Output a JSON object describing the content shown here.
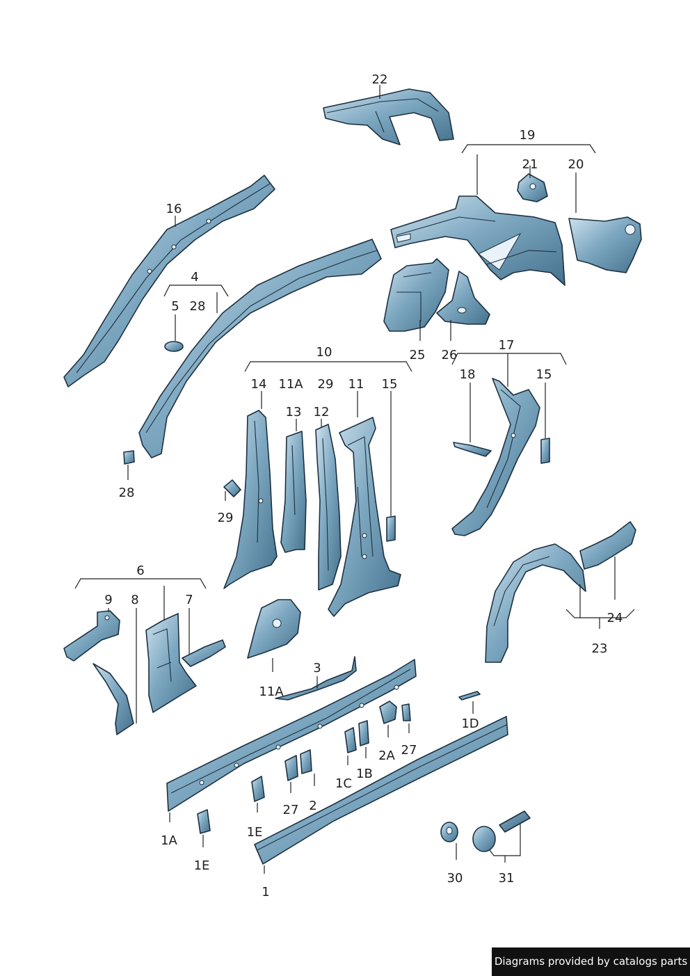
{
  "credit": "Diagrams provided by catalogs parts",
  "colors": {
    "part_light": "#b9d4e3",
    "part_mid": "#6c9bb6",
    "part_dark": "#3e6c88",
    "outline": "#1b2f3f",
    "text": "#1e1e1e"
  },
  "callouts": {
    "c22": "22",
    "c19": "19",
    "c21": "21",
    "c20": "20",
    "c16": "16",
    "c4": "4",
    "c5": "5",
    "c28a": "28",
    "c28b": "28",
    "c10": "10",
    "c14": "14",
    "c11A_top": "11A",
    "c29_top": "29",
    "c11": "11",
    "c15a": "15",
    "c13": "13",
    "c12": "12",
    "c29": "29",
    "c25": "25",
    "c26": "26",
    "c17": "17",
    "c18": "18",
    "c15b": "15",
    "c6": "6",
    "c9": "9",
    "c8": "8",
    "c7": "7",
    "c11A": "11A",
    "c3": "3",
    "c24": "24",
    "c23": "23",
    "c1D": "1D",
    "c2A": "2A",
    "c27a": "27",
    "c1C": "1C",
    "c1B": "1B",
    "c27b": "27",
    "c2": "2",
    "c1E": "1E",
    "c1A": "1A",
    "c1E2": "1E",
    "c1": "1",
    "c30": "30",
    "c31": "31"
  }
}
